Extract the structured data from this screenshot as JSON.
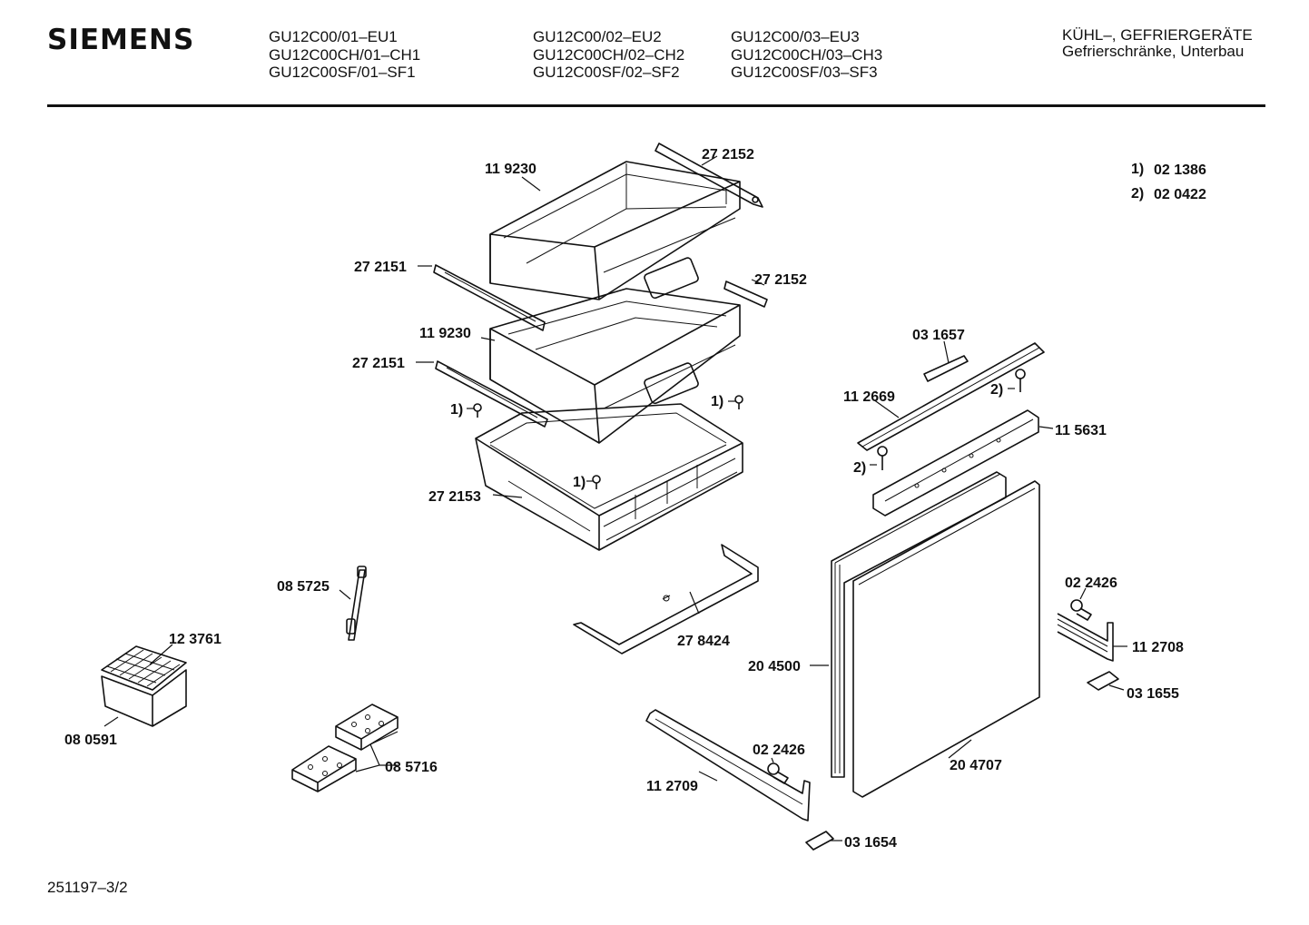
{
  "header": {
    "brand": "SIEMENS",
    "model_columns": [
      [
        "GU12C00/01–EU1",
        "GU12C00CH/01–CH1",
        "GU12C00SF/01–SF1"
      ],
      [
        "GU12C00/02–EU2",
        "GU12C00CH/02–CH2",
        "GU12C00SF/02–SF2"
      ],
      [
        "GU12C00/03–EU3",
        "GU12C00CH/03–CH3",
        "GU12C00SF/03–SF3"
      ]
    ],
    "category": "KÜHL–, GEFRIERGERÄTE",
    "subcategory": "Gefrierschränke, Unterbau"
  },
  "notes": [
    {
      "marker": "1)",
      "part": "02 1386"
    },
    {
      "marker": "2)",
      "part": "02 0422"
    }
  ],
  "labels": {
    "drawer_top": "11 9230",
    "rail_top_right": "27 2152",
    "rail_top_left": "27 2151",
    "rail_mid_right": "27 2152",
    "drawer_mid": "11 9230",
    "rail_mid_left": "27 2151",
    "screw_ref_a": "1)",
    "screw_ref_b": "1)",
    "screw_ref_c": "1)",
    "drawer_bottom": "27 2153",
    "strip_top": "03 1657",
    "hinge_bar": "11 2669",
    "screw_ref_d": "2)",
    "screw_ref_e": "2)",
    "hinge_rail": "11 5631",
    "tube": "08 5725",
    "ice_tray": "12 3761",
    "ice_box": "08 0591",
    "bracket": "27 8424",
    "door_gasket": "20 4500",
    "door_panel": "20 4707",
    "screw_right": "02 2426",
    "hinge_right": "11 2708",
    "clip_right": "03 1655",
    "cold_packs": "08 5716",
    "bottom_bar": "11 2709",
    "screw_bottom": "02 2426",
    "clip_bottom": "03 1654"
  },
  "footer": {
    "doc_id": "251197–3/2"
  }
}
